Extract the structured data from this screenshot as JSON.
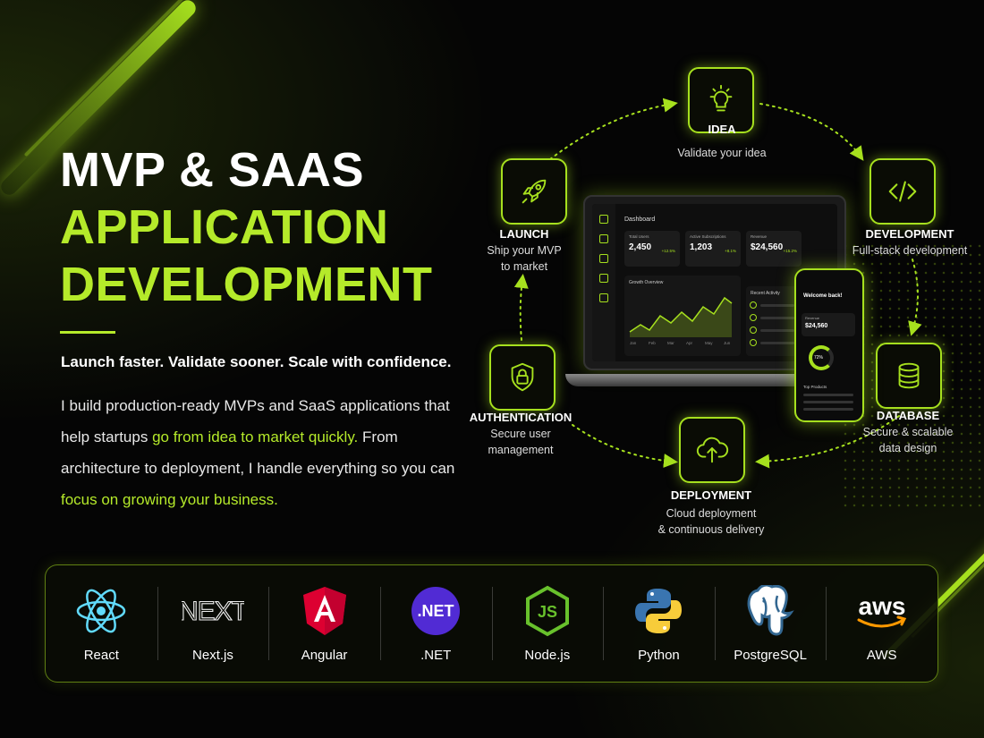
{
  "hero": {
    "line1": "MVP & SAAS",
    "line2": "APPLICATION",
    "line3": "DEVELOPMENT",
    "tagline": "Launch faster. Validate sooner. Scale with confidence.",
    "desc_p1": "I build production-ready MVPs and SaaS applications that help startups ",
    "desc_hl1": "go from idea to market quickly.",
    "desc_p2": " From architecture to deployment, I handle everything so you can ",
    "desc_hl2": "focus on growing your business."
  },
  "cycle": {
    "idea": {
      "title": "IDEA",
      "sub": "Validate your idea",
      "icon": "lightbulb-icon"
    },
    "development": {
      "title": "DEVELOPMENT",
      "sub": "Full-stack development",
      "icon": "code-icon"
    },
    "database": {
      "title": "DATABASE",
      "sub1": "Secure & scalable",
      "sub2": "data design",
      "icon": "database-icon"
    },
    "deployment": {
      "title": "DEPLOYMENT",
      "sub1": "Cloud deployment",
      "sub2": "& continuous delivery",
      "icon": "cloud-upload-icon"
    },
    "authentication": {
      "title": "AUTHENTICATION",
      "sub1": "Secure user",
      "sub2": "management",
      "icon": "lock-shield-icon"
    },
    "launch": {
      "title": "LAUNCH",
      "sub1": "Ship your MVP",
      "sub2": "to market",
      "icon": "rocket-icon"
    }
  },
  "dashboard": {
    "title": "Dashboard",
    "kpis": [
      {
        "label": "Total Users",
        "value": "2,450",
        "change": "+12.5%"
      },
      {
        "label": "Active Subscriptions",
        "value": "1,203",
        "change": "+8.1%"
      },
      {
        "label": "Revenue",
        "value": "$24,560",
        "change": "+15.2%"
      }
    ],
    "growth_label": "Growth Overview",
    "months": [
      "Jan",
      "Feb",
      "Mar",
      "Apr",
      "May",
      "Jun"
    ],
    "recent_label": "Recent Activity"
  },
  "phone": {
    "welcome": "Welcome back!",
    "revenue_label": "Revenue",
    "revenue_value": "$24,560",
    "ring_value": "72%",
    "top_products": "Top Products"
  },
  "tech": [
    {
      "label": "React",
      "icon": "react-icon"
    },
    {
      "label": "Next.js",
      "icon": "nextjs-icon",
      "logo_text": "NEXT"
    },
    {
      "label": "Angular",
      "icon": "angular-icon"
    },
    {
      "label": ".NET",
      "icon": "dotnet-icon",
      "logo_text": ".NET"
    },
    {
      "label": "Node.js",
      "icon": "nodejs-icon"
    },
    {
      "label": "Python",
      "icon": "python-icon"
    },
    {
      "label": "PostgreSQL",
      "icon": "postgresql-icon"
    },
    {
      "label": "AWS",
      "icon": "aws-icon",
      "logo_text": "aws"
    }
  ],
  "colors": {
    "accent": "#b5ea2a",
    "background": "#050505"
  }
}
